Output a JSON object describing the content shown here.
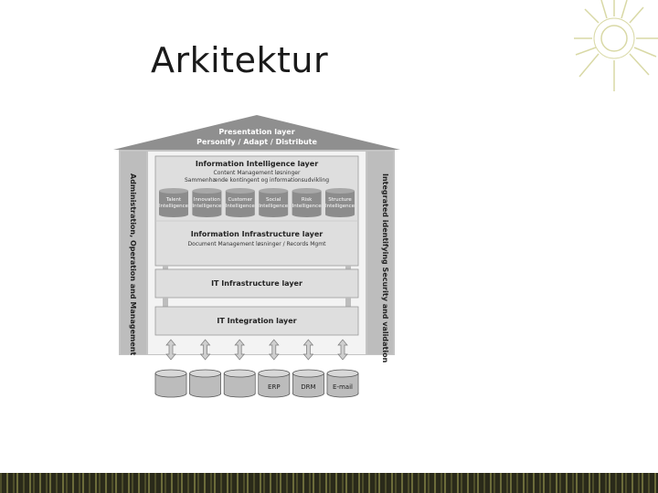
{
  "slide": {
    "title": "Arkitektur"
  },
  "diagram": {
    "roof": {
      "title": "Presentation layer",
      "subtitle": "Personify / Adapt / Distribute"
    },
    "left_pillar": "Administration, Operation and Management",
    "right_pillar": "Integrated identifying Security and validation",
    "intelligence_layer": {
      "title": "Information Intelligence layer",
      "lines": [
        "Content Management løsninger",
        "Sammenhænde kontingent og informationsudvikling"
      ],
      "modules": [
        [
          "Talent",
          "Intelligence"
        ],
        [
          "Innovation",
          "Intelligence"
        ],
        [
          "Customer",
          "Intelligence"
        ],
        [
          "Social",
          "Intelligence"
        ],
        [
          "Risk",
          "Intelligence"
        ],
        [
          "Structure",
          "Intelligence"
        ]
      ]
    },
    "infrastructure_layer": {
      "title": "Information Infrastructure layer",
      "subtitle": "Document Management løsninger / Records Mgmt"
    },
    "it_infrastructure_layer": {
      "title": "IT Infrastructure layer"
    },
    "it_integration_layer": {
      "title": "IT Integration layer"
    },
    "databases": [
      "",
      "",
      "",
      "ERP",
      "DRM",
      "E-mail"
    ]
  },
  "colors": {
    "frame": "#a9a9a9",
    "layer": "#dcdcdc",
    "cylinder": "#8c8c8c",
    "band": "#2a2a1a"
  }
}
